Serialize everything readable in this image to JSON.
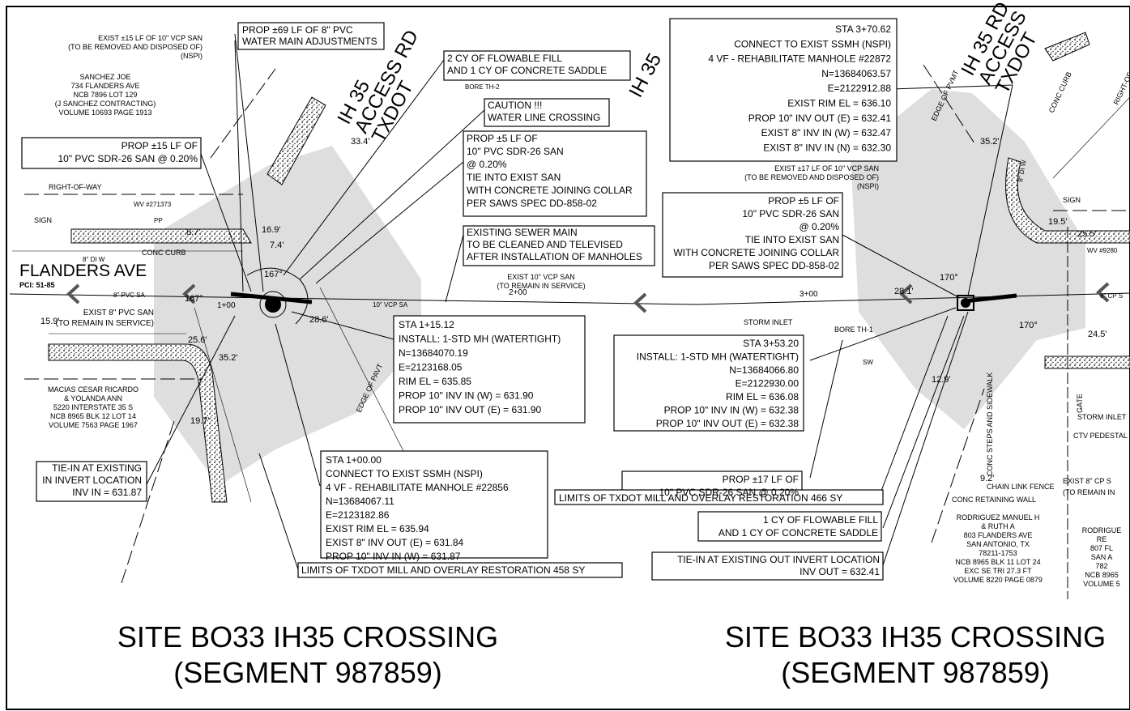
{
  "left": {
    "owner_n": [
      "SANCHEZ JOE",
      "734 FLANDERS AVE",
      "NCB 7896 LOT 129",
      "(J SANCHEZ CONTRACTING)",
      "VOLUME 10693 PAGE 1913"
    ],
    "exist_vcp": [
      "EXIST ±15 LF OF 10\" VCP SAN",
      "(TO BE REMOVED AND DISPOSED OF)",
      "(NSPI)"
    ],
    "prop_main": [
      "PROP ±69 LF OF 8\" PVC",
      "WATER MAIN ADJUSTMENTS"
    ],
    "prop15": [
      "PROP ±15 LF OF",
      "10\" PVC SDR-26 SAN @ 0.20%"
    ],
    "flow_fill": [
      "2 CY OF FLOWABLE FILL",
      "AND 1 CY OF CONCRETE SADDLE"
    ],
    "caution": [
      "CAUTION !!!",
      "WATER LINE CROSSING"
    ],
    "prop5": [
      "PROP ±5 LF OF",
      "10\" PVC SDR-26 SAN",
      "@ 0.20%",
      "TIE INTO EXIST SAN",
      "WITH CONCRETE JOINING COLLAR",
      "PER SAWS SPEC DD-858-02"
    ],
    "existing_sewer": [
      "EXISTING SEWER MAIN",
      "TO BE CLEANED AND TELEVISED",
      "AFTER INSTALLATION OF MANHOLES"
    ],
    "sta_115": [
      "STA 1+15.12",
      "INSTALL: 1-STD MH (WATERTIGHT)",
      "N=13684070.19",
      "E=2123168.05",
      "RIM EL = 635.85",
      "PROP 10\" INV IN (W) = 631.90",
      "PROP 10\" INV OUT (E) = 631.90"
    ],
    "sta_100": [
      "STA 1+00.00",
      "CONNECT TO EXIST SSMH (NSPI)",
      "4 VF - REHABILITATE MANHOLE #22856",
      "N=13684067.11",
      "E=2123182.86",
      "EXIST RIM EL = 635.94",
      "EXIST 8\" INV OUT (E) = 631.84",
      "PROP 10\" INV IN (W) = 631.87"
    ],
    "tie_in": [
      "TIE-IN AT EXISTING",
      "IN INVERT LOCATION",
      "INV IN = 631.87"
    ],
    "limits": "LIMITS OF TXDOT MILL AND OVERLAY RESTORATION 458 SY",
    "owner_s": [
      "MACIAS CESAR RICARDO",
      "& YOLANDA ANN",
      "5220 INTERSTATE 35 S",
      "NCB 8965 BLK 12 LOT 14",
      "VOLUME 7563 PAGE 1967"
    ],
    "street": "FLANDERS AVE",
    "pci": "PCI: 51-85",
    "exist_pvc": [
      "EXIST 8\" PVC SAN",
      "(TO REMAIN IN SERVICE)"
    ],
    "road": [
      "IH 35",
      "ACCESS RD",
      "TXDOT"
    ],
    "ih35": "IH 35",
    "dims": [
      "33.4'",
      "8.7'",
      "16.9'",
      "7.4'",
      "167°",
      "167°",
      "28.6'",
      "15.9'",
      "25.6'",
      "35.2'",
      "19.7'"
    ],
    "misc": [
      "RIGHT-OF-WAY",
      "SIGN",
      "WV #271373",
      "PP",
      "CONC CURB",
      "8\" DI W",
      "8\" PVC SA",
      "10\" VCP SA",
      "EXIST 10\" VCP SAN",
      "(TO REMAIN IN SERVICE)",
      "BORE TH-2",
      "1+00",
      "2+00",
      "3+00",
      "EDGE OF PAVT",
      "STORM INLET",
      "BORE TH-1",
      "SW"
    ],
    "title": [
      "SITE BO33 IH35 CROSSING",
      "(SEGMENT 987859)"
    ]
  },
  "right": {
    "sta_370": [
      "STA 3+70.62",
      "CONNECT TO EXIST SSMH (NSPI)",
      "4 VF - REHABILITATE MANHOLE #22872",
      "N=13684063.57",
      "E=2122912.88",
      "EXIST RIM EL = 636.10",
      "PROP 10\" INV OUT (E) = 632.41",
      "EXIST 8\" INV IN (W) = 632.47",
      "EXIST 8\" INV IN (N) = 632.30"
    ],
    "exist_vcp": [
      "EXIST ±17 LF OF 10\" VCP SAN",
      "(TO BE REMOVED AND DISPOSED OF)",
      "(NSPI)"
    ],
    "prop5": [
      "PROP ±5 LF OF",
      "10\" PVC SDR-26 SAN",
      "@ 0.20%",
      "TIE INTO EXIST SAN",
      "WITH CONCRETE JOINING COLLAR",
      "PER SAWS SPEC DD-858-02"
    ],
    "sta_353": [
      "STA 3+53.20",
      "INSTALL: 1-STD MH (WATERTIGHT)",
      "N=13684066.80",
      "E=2122930.00",
      "RIM EL = 636.08",
      "PROP 10\" INV IN (W) = 632.38",
      "PROP 10\" INV OUT (E) = 632.38"
    ],
    "prop17": [
      "PROP ±17 LF OF",
      "10\" PVC SDR-26 SAN @ 0.20%"
    ],
    "limits": "LIMITS OF TXDOT MILL AND OVERLAY RESTORATION 466 SY",
    "flow_fill": [
      "1 CY OF FLOWABLE FILL",
      "AND 1 CY OF CONCRETE SADDLE"
    ],
    "tie_in": [
      "TIE-IN AT EXISTING OUT INVERT LOCATION",
      "INV OUT = 632.41"
    ],
    "owner_s": [
      "RODRIGUEZ MANUEL H",
      "& RUTH A",
      "803 FLANDERS AVE",
      "SAN ANTONIO, TX",
      "78211-1753",
      "NCB 8965 BLK 11 LOT 24",
      "EXC SE TRI 27.3 FT",
      "VOLUME 8220 PAGE 0879"
    ],
    "owner_e": [
      "RODRIGUE",
      "RE",
      "807 FL",
      "SAN A",
      "782",
      "NCB 8965",
      "VOLUME 5"
    ],
    "road": [
      "IH 35 RD",
      "ACCESS",
      "TXDOT"
    ],
    "dims": [
      "35.2'",
      "19.5'",
      "25.5'",
      "28.1'",
      "170°",
      "170°",
      "24.5'",
      "12.9'",
      "9.2'"
    ],
    "misc": [
      "EDGE OF PVMT",
      "CONC CURB",
      "RIGHT-OF-WAY",
      "8\" DI W",
      "SIGN",
      "STORM INLET",
      "CTV PEDESTAL",
      "EXIST 8\" CP S",
      "(TO REMAIN IN",
      "CHAIN LINK FENCE",
      "CONC RETAINING WALL",
      "CONC STEPS AND SIDEWALK",
      "GATE",
      "WV #9280",
      "8\" CP S"
    ],
    "title": [
      "SITE BO33 IH35 CROSSING",
      "(SEGMENT 987859)"
    ]
  }
}
